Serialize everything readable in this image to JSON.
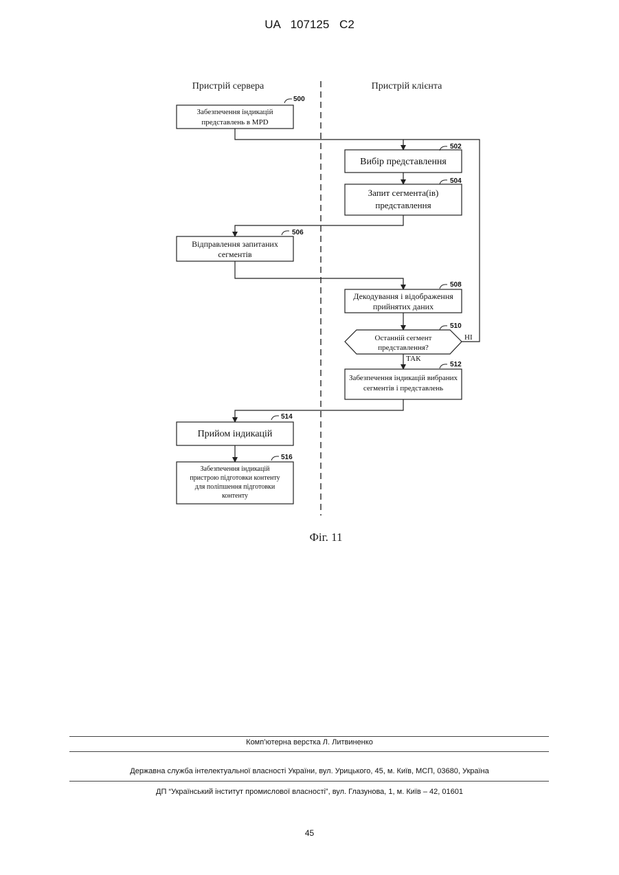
{
  "header": {
    "doc_number": "UA 107125 C2"
  },
  "diagram": {
    "lanes": {
      "server_title": "Пристрій сервера",
      "client_title": "Пристрій клієнта"
    },
    "steps": {
      "s500": {
        "ref": "500",
        "lines": [
          "Забезпечення індикацій",
          "представлень в MPD"
        ]
      },
      "s502": {
        "ref": "502",
        "lines": [
          "Вибір представлення"
        ]
      },
      "s504": {
        "ref": "504",
        "lines": [
          "Запит сегмента(ів)",
          "представлення"
        ]
      },
      "s506": {
        "ref": "506",
        "lines": [
          "Відправлення запитаних",
          "сегментів"
        ]
      },
      "s508": {
        "ref": "508",
        "lines": [
          "Декодування і відображення",
          "прийнятих даних"
        ]
      },
      "s510": {
        "ref": "510",
        "lines": [
          "Останній сегмент",
          "представлення?"
        ]
      },
      "s512": {
        "ref": "512",
        "lines": [
          "Забезпечення індикацій вибраних",
          "сегментів і представлень"
        ]
      },
      "s514": {
        "ref": "514",
        "lines": [
          "Прийом індикацій"
        ]
      },
      "s516": {
        "ref": "516",
        "lines": [
          "Забезпечення індикацій",
          "пристрою підготовки контенту",
          "для поліпшення підготовки",
          "контенту"
        ]
      }
    },
    "branches": {
      "no": "НІ",
      "yes": "ТАК"
    },
    "caption": "Фіг. 11"
  },
  "footer": {
    "layout_credit": "Комп’ютерна верстка Л. Литвиненко",
    "agency": "Державна служба інтелектуальної власності України, вул. Урицького, 45, м. Київ, МСП, 03680, Україна",
    "institute": "ДП “Український інститут промислової власності”, вул. Глазунова, 1, м. Київ – 42, 01601",
    "page_number": "45"
  }
}
